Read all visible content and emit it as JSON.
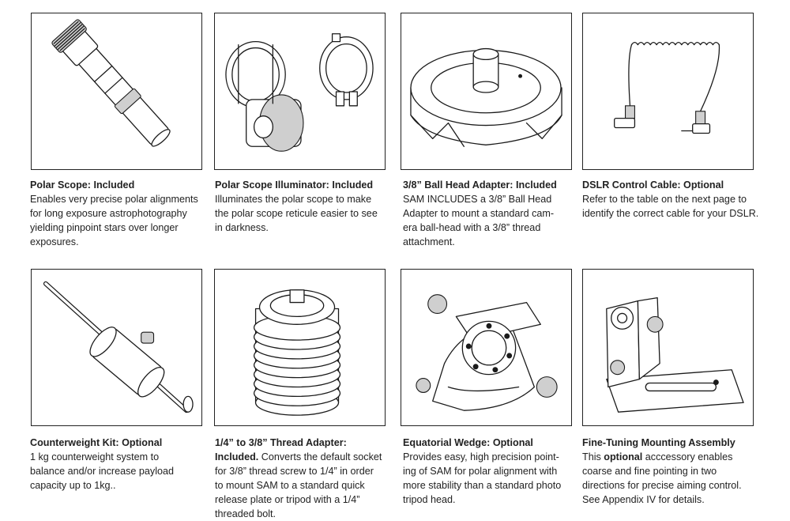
{
  "products": [
    {
      "title": "Polar Scope: Included",
      "lines": [
        "Enables very precise polar alignments",
        "for long exposure  astrophotography",
        "yielding pinpoint stars over longer",
        "exposures."
      ],
      "image_icon": "polar-scope-illustration"
    },
    {
      "title": "Polar Scope Illuminator: Included",
      "lines": [
        "Illuminates the polar scope to make",
        "the polar scope reticule easier to see",
        "in darkness."
      ],
      "image_icon": "illuminator-illustration"
    },
    {
      "title": "3/8” Ball Head Adapter: Included",
      "lines": [
        "SAM INCLUDES a 3/8” Ball Head",
        "Adapter to mount a standard cam-",
        "era ball-head with a 3/8” thread",
        "attachment."
      ],
      "image_icon": "ball-head-adapter-illustration"
    },
    {
      "title": "DSLR Control Cable: Optional",
      "lines": [
        "Refer to the table on the next page to",
        "identify the correct cable for your DSLR."
      ],
      "image_icon": "control-cable-illustration"
    },
    {
      "title": "Counterweight Kit: Optional",
      "lines": [
        "1 kg counterweight system to",
        "balance and/or increase payload",
        "capacity up to 1kg.."
      ],
      "image_icon": "counterweight-illustration"
    },
    {
      "title": "1/4” to 3/8” Thread Adapter:",
      "title_cont": "Included.",
      "first_line_rest": " Converts the default socket",
      "lines": [
        "for 3/8” thread screw to 1/4” in order",
        "to mount SAM to a standard quick",
        "release plate or tripod with a 1/4”",
        "threaded bolt."
      ],
      "image_icon": "thread-adapter-illustration"
    },
    {
      "title": "Equatorial Wedge: Optional",
      "lines": [
        "Provides easy, high precision point-",
        "ing of SAM for polar alignment with",
        "more stability than a standard photo",
        "tripod head."
      ],
      "image_icon": "equatorial-wedge-illustration"
    },
    {
      "title": "Fine-Tuning Mounting Assembly",
      "first_pre": "This ",
      "first_em": "optional",
      "first_post": " acccessory enables",
      "lines": [
        "coarse and fine pointing in two",
        "directions for precise aiming control.",
        "See Appendix IV for details."
      ],
      "image_icon": "mounting-assembly-illustration"
    }
  ]
}
